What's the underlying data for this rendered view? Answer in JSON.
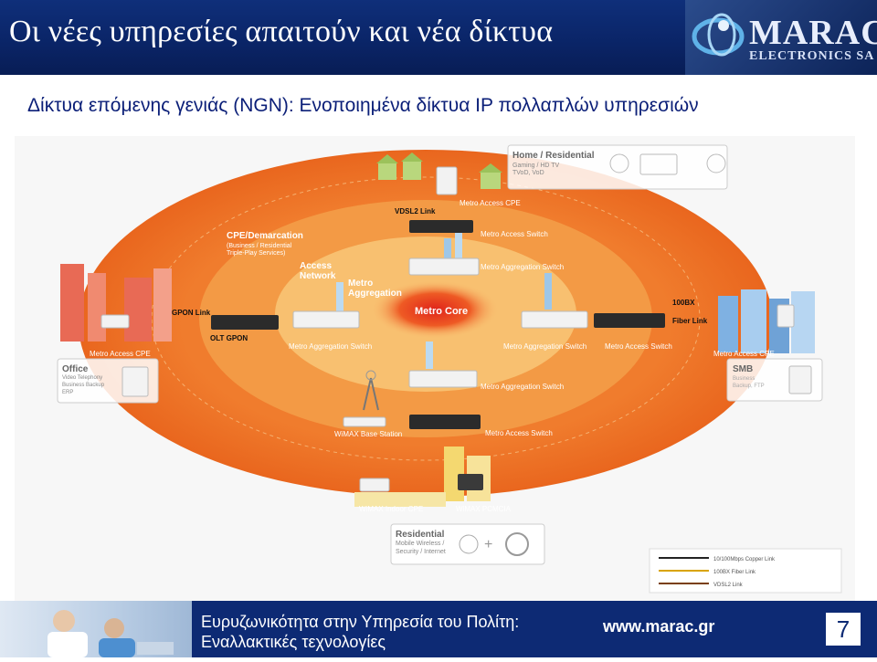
{
  "header": {
    "title": "Οι νέες υπηρεσίες απαιτούν και νέα δίκτυα",
    "logo_brand": "MARAC",
    "logo_sub": "ELECTRONICS SA"
  },
  "subtitle": "Δίκτυα επόμενης γενιάς (NGN): Ενοποιημένα δίκτυα IP πολλαπλών υπηρεσιών",
  "diagram": {
    "rings": {
      "core": "Metro Core",
      "aggregation": "Metro Aggregation",
      "access": "Access Network",
      "cpe": "CPE/Demarcation",
      "cpe_sub": "(Business / Residential Triple-Play Services)"
    },
    "devices": {
      "metro_access_cpe_top": "Metro Access CPE",
      "vdsl2_link": "VDSL2 Link",
      "metro_access_switch_top": "Metro Access Switch",
      "metro_aggregation_switch_top": "Metro Aggregation Switch",
      "gpon_link": "GPON Link",
      "olt_gpon": "OLT GPON",
      "metro_aggregation_switch_left": "Metro Aggregation Switch",
      "metro_aggregation_switch_right": "Metro Aggregation Switch",
      "metro_access_switch_right": "Metro Access Switch",
      "fiber_link_100bx": "100BX Fiber Link",
      "metro_access_cpe_left": "Metro Access CPE",
      "metro_access_cpe_right": "Metro Access CPE",
      "metro_aggregation_switch_bottom": "Metro Aggregation Switch",
      "wimax_base_station": "WiMAX Base Station",
      "metro_access_switch_bottom": "Metro Access Switch",
      "wimax_indoor_cpe": "WiMAX  Indoor CPE",
      "wimax_pcmcia": "WiMAX PCMCIA"
    },
    "boxes": {
      "home_title": "Home / Residential",
      "home_items": [
        "Gaming / HD TV",
        "TVoD, VoD"
      ],
      "office_title": "Office",
      "office_items": [
        "Video Telephony",
        "Business Backup",
        "ERP"
      ],
      "smb_title": "SMB",
      "smb_items": [
        "Business",
        "Backup, FTP"
      ],
      "residential_title": "Residential",
      "residential_items": [
        "Mobile Wireless /",
        "Security / Internet"
      ]
    },
    "legend": [
      "10/100Mbps Copper Link",
      "100BX Fiber Link",
      "VDSL2 Link"
    ],
    "colors": {
      "outer_ring": "#ef7a2a",
      "middle_ring": "#f49a45",
      "inner_ring": "#f8c070",
      "core_glow": "#e0241b",
      "accent_text": "#ffffff"
    }
  },
  "footer": {
    "caption_line1": "Ευρυζωνικότητα στην Υπηρεσία του Πολίτη:",
    "caption_line2": "Εναλλακτικές τεχνολογίες",
    "url": "www.marac.gr",
    "page_number": "7"
  }
}
